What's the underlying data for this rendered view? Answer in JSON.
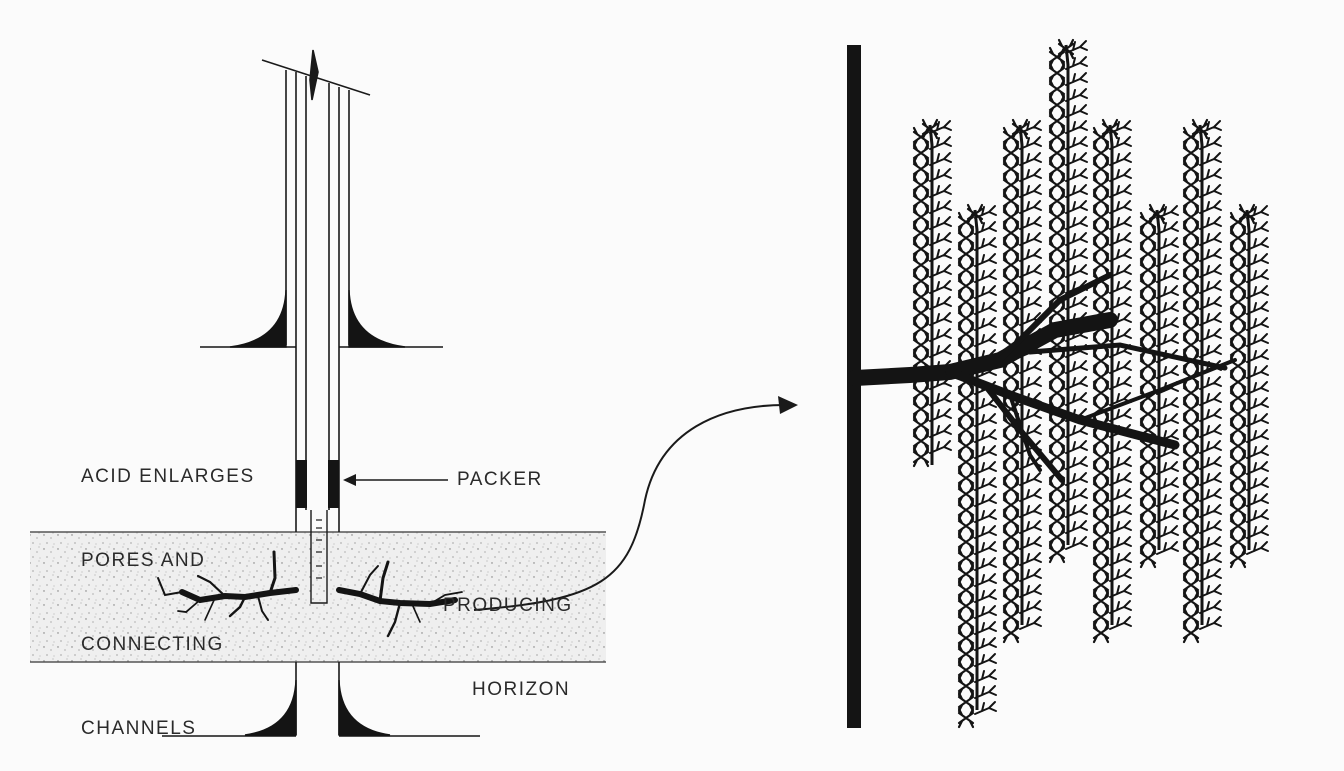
{
  "labels": {
    "acid": [
      "ACID ENLARGES",
      "PORES AND",
      "CONNECTING",
      "CHANNELS"
    ],
    "packer": "PACKER",
    "horizon": [
      "PRODUCING",
      "HORIZON"
    ]
  },
  "colors": {
    "ink": "#141414",
    "paper": "#fbfbfb",
    "formation": "#efefef"
  }
}
